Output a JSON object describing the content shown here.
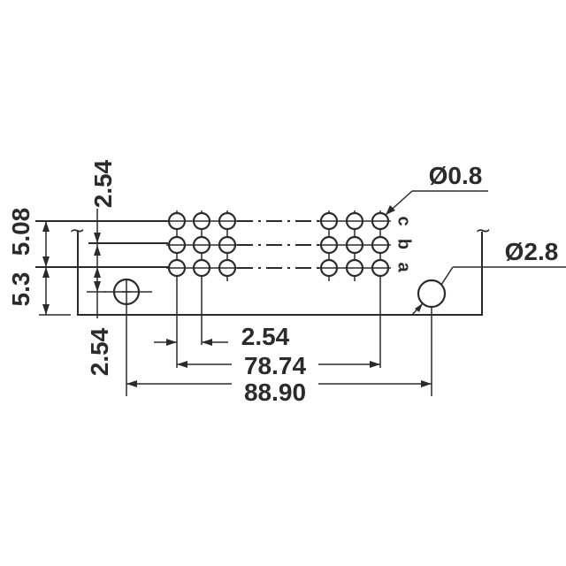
{
  "dimensions": {
    "pin_pitch_vertical": "2.54",
    "row_offset_top": "5.08",
    "overall_height": "5.3",
    "mount_offset": "2.54",
    "pin_pitch_horizontal": "2.54",
    "pin_span": "78.74",
    "mount_span": "88.90",
    "pin_diameter": "Ø0.8",
    "mount_hole_diameter": "Ø2.8"
  },
  "rows": [
    "c",
    "b",
    "a"
  ],
  "break_symbol": "~"
}
